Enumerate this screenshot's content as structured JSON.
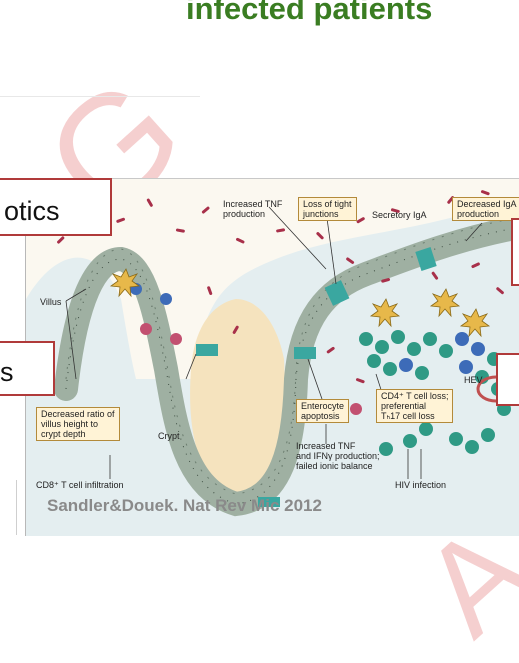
{
  "slide": {
    "title": "infected patients",
    "citation": "Sandler&Douek. Nat Rev Mic  2012"
  },
  "overlay_boxes": {
    "left_top_text": "otics",
    "left_bottom_text": "s",
    "right_top_text": "",
    "right_bottom_text": ""
  },
  "figure": {
    "callouts": {
      "increased_tnf": "Increased TNF\nproduction",
      "loss_tight_junctions": "Loss of tight\njunctions",
      "secretory_iga": "Secretory IgA",
      "decreased_iga": "Decreased IgA\nproduction",
      "villus": "Villus",
      "decreased_ratio": "Decreased ratio of\nvillus height to\ncrypt depth",
      "crypt": "Crypt",
      "enterocyte_apoptosis": "Enterocyte\napoptosis",
      "cd4_loss": "CD4⁺ T cell loss;\npreferential\nTₕ17 cell loss",
      "hev": "HEV",
      "increased_tnf_ifn": "Increased TNF\nand IFNγ production;\nfailed ionic balance",
      "hiv_infection": "HIV infection",
      "cd8_infiltration": "CD8⁺ T cell infiltration"
    }
  },
  "colors": {
    "title_green": "#3a7d22",
    "watermark_red": "#d42a2a",
    "red_border": "#b03a3a",
    "bacteria": "#a8304a",
    "epithelium": "#9fb0a2",
    "lumen": "#f6e8c8"
  }
}
